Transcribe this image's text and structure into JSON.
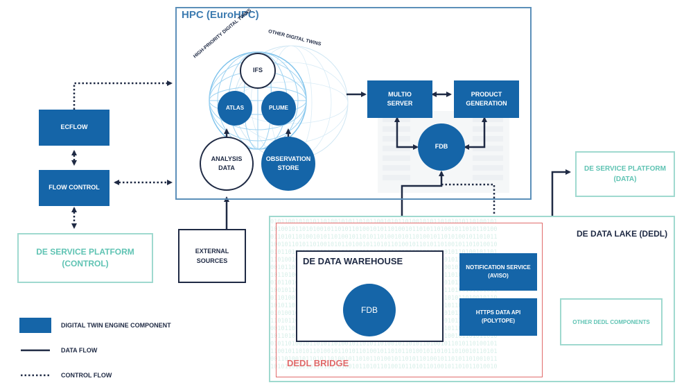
{
  "hpc": {
    "title": "HPC (EuroHPC)"
  },
  "twins": {
    "high_priority": "HIGH-PRIORITY DIGITAL TWINS",
    "other": "OTHER DIGITAL TWINS"
  },
  "components": {
    "ifs": "IFS",
    "atlas": "ATLAS",
    "plume": "PLUME",
    "analysis_data": "ANALYSIS\nDATA",
    "observation_store": "OBSERVATION\nSTORE",
    "multio_server": "MULTIO\nSERVER",
    "product_generation": "PRODUCT\nGENERATION",
    "fdb_hpc": "FDB",
    "ecflow": "ECFLOW",
    "flow_control": "FLOW CONTROL",
    "external_sources": "EXTERNAL\nSOURCES",
    "de_service_platform_control": "DE SERVICE PLATFORM\n(CONTROL)",
    "de_service_platform_data": "DE SERVICE PLATFORM\n(DATA)",
    "de_data_lake": "DE DATA LAKE (DEDL)",
    "de_data_warehouse": "DE DATA WAREHOUSE",
    "fdb_warehouse": "FDB",
    "notification_service": "NOTIFICATION SERVICE\n(AVISO)",
    "https_data_api": "HTTPS DATA API\n(POLYTOPE)",
    "other_dedl_components": "OTHER DEDL COMPONENTS",
    "dedl_bridge": "DEDL BRIDGE"
  },
  "legend": {
    "component": "DIGITAL TWIN ENGINE COMPONENT",
    "data_flow": "DATA FLOW",
    "control_flow": "CONTROL FLOW"
  },
  "colors": {
    "component_blue": "#1565a8",
    "hpc_border": "#5b8fb9",
    "teal": "#9fd9cf",
    "bridge_red": "#e06a6a",
    "dark": "#1f2a44"
  },
  "binary_text": "0101100101010110100101011010110010101101001010110101010110100101\n1010010110101001011010110100101011010010110101101001011010110100\n0110101101001010110100101101011010010101101001011010100101101011\n1001011010110100101011010010110101101001011010110100101101010010\n0101101001011010110101001011010010110101101001011010110100101101\n1101001011010100101101011010010110101101001011010010110101101001\n0010110101101001011010110100101101011010010110101001011010110100\n1011010010110101101001011010110100101101011010010110101101001011\n0101101011010010110101101001011010110100101101010010110101101001\n1001011010110100101101011010010110101101001011010110100101101011\n0110100101101011010010110101101001011010110100101101011010010110\n1010110100101101011010010110101101001011010110100101101011010010\n0101001011010110100101101011010010110101101001011010110100101101\n1101011010010110101101001011010110100101101011010010110101101001\n0010110100101101011010010110101101001011010110100101101011010010\n1011010110100101101011010010110101101001011010110100101101011010\n0101101001011010110100101101011010010110101101001011010110100101\n1100101101011010010110101101001011010110100101101011010010110101\n0011010010110101101001011010110100101101011010010110101101001011\n1010110100101101011010010110101101001011010110100101101011010010"
}
